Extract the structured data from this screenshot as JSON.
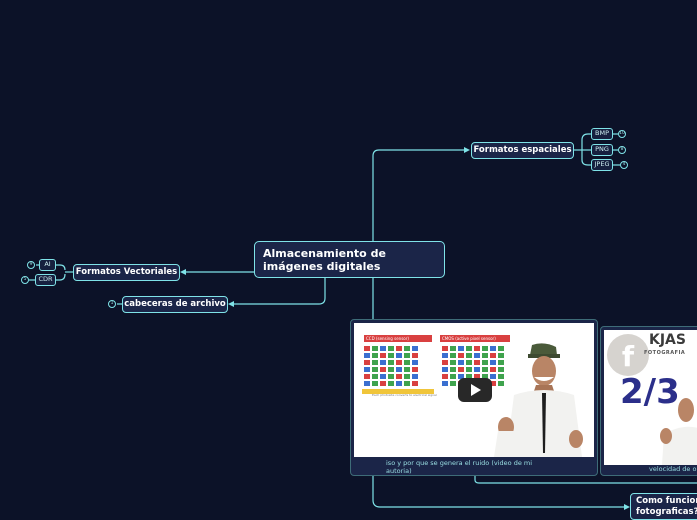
{
  "map": {
    "central": "Almacenamiento de imágenes digitales",
    "topics": {
      "espaciales": "Formatos espaciales",
      "vectoriales": "Formatos Vectoriales",
      "cabeceras": "cabeceras de archivo",
      "como": "Como funcionan fotograficas?"
    },
    "espaciales_items": [
      {
        "label": "BMP",
        "count": "10"
      },
      {
        "label": "PNG",
        "count": "8"
      },
      {
        "label": "JPEG",
        "count": "4"
      }
    ],
    "vectoriales_items": [
      {
        "label": "AI",
        "count": "9"
      },
      {
        "label": "CDR",
        "count": "5"
      }
    ],
    "cabeceras_count": "1"
  },
  "videos": [
    {
      "caption": "iso y por que se genera el ruido (video de mi autoria)",
      "sensor_left": "CCD (sensing sensor)",
      "sensor_right": "CMOS (active pixel sensor)",
      "sensor_note": "Each photosite converts to electrical signal"
    },
    {
      "caption": "velocidad de ob",
      "brand": "KJAS",
      "brand_sub": "FOTOGRAFIA",
      "part": "2/3",
      "fb_letter": "f"
    }
  ],
  "colors": {
    "background": "#0c1228",
    "node_border": "#7fe3e8",
    "node_fill": "#1b2548",
    "connector": "#7fe3e8"
  }
}
